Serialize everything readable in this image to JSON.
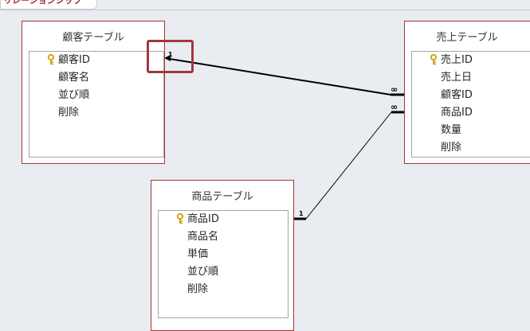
{
  "tab": {
    "label": "リレーションシップ"
  },
  "tables": {
    "customer": {
      "title": "顧客テーブル",
      "fields": [
        "顧客ID",
        "顧客名",
        "並び順",
        "削除"
      ]
    },
    "sales": {
      "title": "売上テーブル",
      "fields": [
        "売上ID",
        "売上日",
        "顧客ID",
        "商品ID",
        "数量",
        "削除"
      ]
    },
    "product": {
      "title": "商品テーブル",
      "fields": [
        "商品ID",
        "商品名",
        "単価",
        "並び順",
        "削除"
      ]
    }
  },
  "relationships": {
    "customer_sales": {
      "one_label": "1",
      "many_label": "∞"
    },
    "product_sales": {
      "one_label": "1",
      "many_label": "∞"
    }
  },
  "colors": {
    "frame": "#a4373a",
    "key": "#c8a100",
    "line": "#000000"
  }
}
